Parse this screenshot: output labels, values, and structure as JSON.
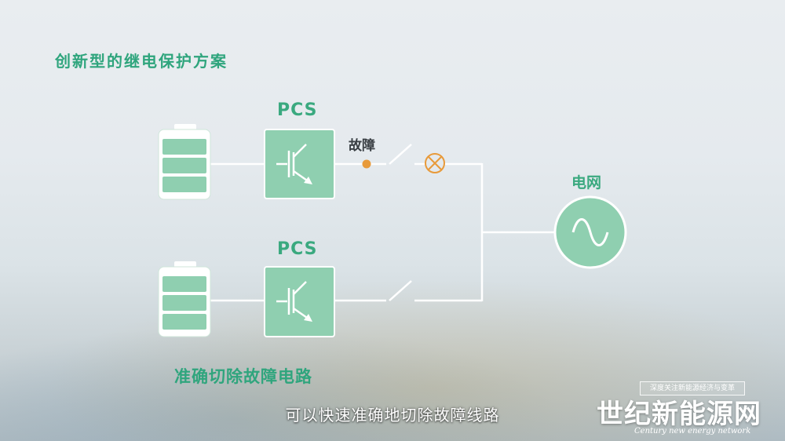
{
  "title": "创新型的继电保护方案",
  "labels": {
    "pcs_top": "PCS",
    "pcs_bottom": "PCS",
    "fault": "故障",
    "grid": "电网",
    "caption": "准确切除故障电路"
  },
  "subtitle": "可以快速准确地切除故障线路",
  "watermark": {
    "slogan": "深度关注新能源经济与变革",
    "logo": "世纪新能源网",
    "english": "Century new energy network"
  },
  "colors": {
    "accent_green": "#2fa57d",
    "box_fill": "#8fcfb0",
    "fault_orange": "#e89a3a"
  }
}
